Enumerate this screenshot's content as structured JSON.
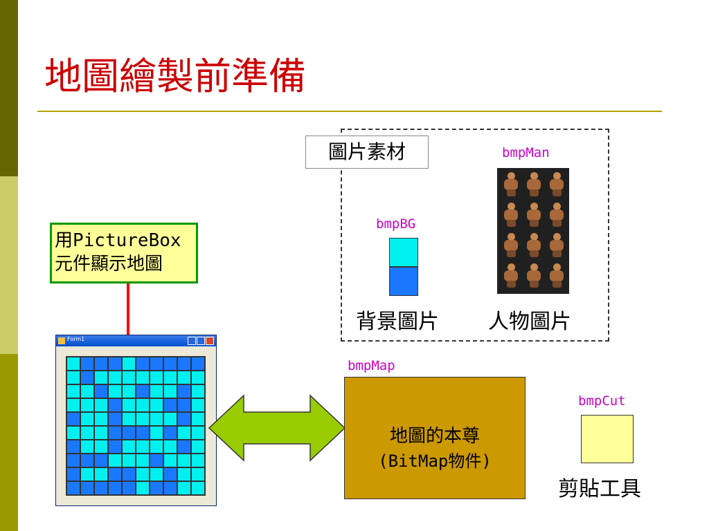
{
  "title": "地圖繪製前準備",
  "materials": {
    "label": "圖片素材",
    "bg_var": "bmpBG",
    "bg_caption": "背景圖片",
    "man_var": "bmpMan",
    "man_caption": "人物圖片"
  },
  "picturebox": {
    "line1": "用PictureBox",
    "line2": "元件顯示地圖"
  },
  "form": {
    "title": "Form1",
    "grid": [
      [
        0,
        1,
        1,
        1,
        0,
        1,
        1,
        1,
        1,
        1
      ],
      [
        0,
        1,
        0,
        0,
        0,
        0,
        0,
        0,
        0,
        0
      ],
      [
        0,
        0,
        1,
        0,
        0,
        1,
        0,
        0,
        1,
        0
      ],
      [
        0,
        0,
        0,
        1,
        0,
        0,
        0,
        1,
        1,
        0
      ],
      [
        1,
        0,
        0,
        1,
        0,
        0,
        0,
        0,
        1,
        0
      ],
      [
        0,
        0,
        0,
        1,
        1,
        1,
        0,
        1,
        0,
        0
      ],
      [
        1,
        0,
        0,
        1,
        0,
        0,
        0,
        0,
        1,
        0
      ],
      [
        1,
        1,
        1,
        0,
        0,
        0,
        1,
        0,
        0,
        0
      ],
      [
        1,
        0,
        0,
        1,
        1,
        0,
        0,
        1,
        0,
        0
      ],
      [
        1,
        1,
        1,
        1,
        1,
        0,
        1,
        1,
        0,
        0
      ]
    ]
  },
  "bitmap": {
    "var": "bmpMap",
    "line1": "地圖的本尊",
    "line2": "(BitMap物件)"
  },
  "cut": {
    "var": "bmpCut",
    "caption": "剪貼工具"
  },
  "colors": {
    "title": "#cc0000",
    "var_label": "#cc00cc",
    "cyan_tile": "#00f0f0",
    "blue_tile": "#1a78ff",
    "bitmap_fill": "#cc9900",
    "arrow_fill": "#99cc00",
    "note_fill": "#ffff99",
    "note_border": "#009900",
    "red_arrow": "#ff0000"
  },
  "icons": [
    "double-arrow-icon",
    "down-arrow-icon",
    "minimize-icon",
    "maximize-icon",
    "close-icon"
  ]
}
